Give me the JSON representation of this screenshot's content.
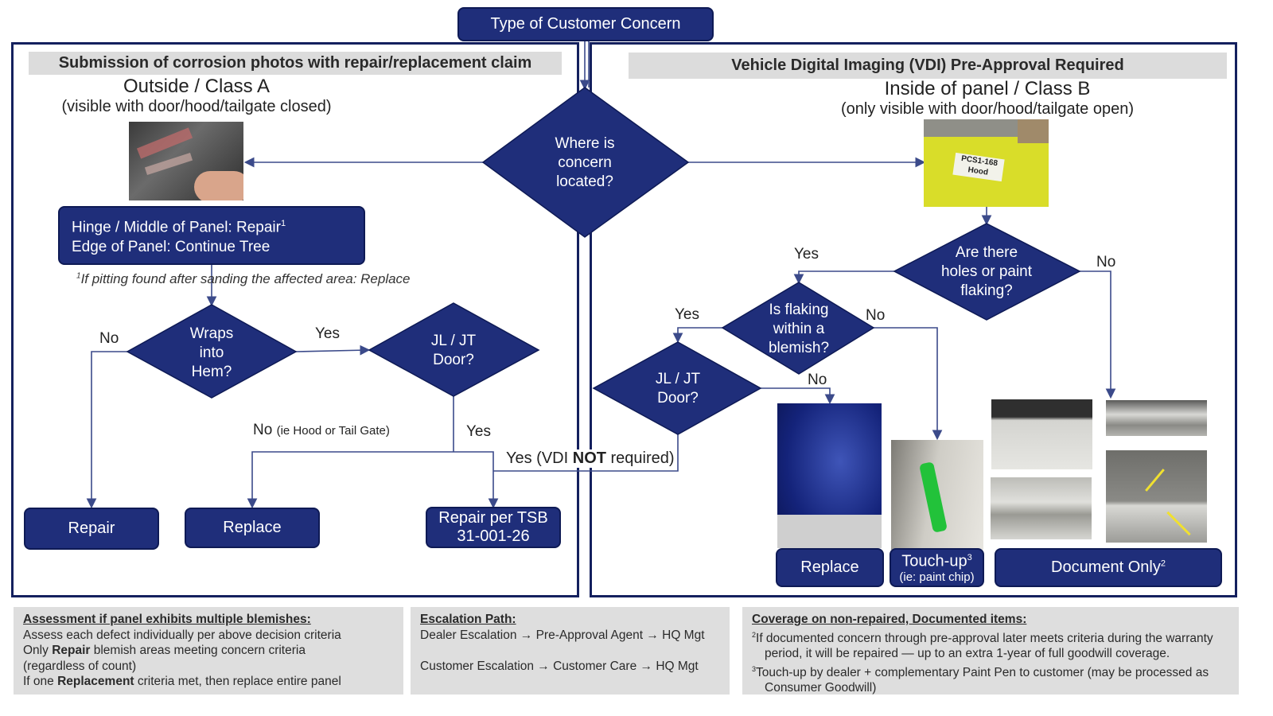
{
  "top": {
    "title": "Type of Customer Concern"
  },
  "left": {
    "header": "Submission of corrosion photos with repair/replacement claim",
    "class_title": "Outside / Class A",
    "class_sub": "(visible with door/hood/tailgate closed)",
    "info_line1": "Hinge / Middle of Panel: Repair",
    "info_line1_sup": "1",
    "info_line2": "Edge of Panel: Continue Tree",
    "footnote_sup": "1",
    "footnote": "If pitting found after sanding the affected area: Replace",
    "wraps_diamond": [
      "Wraps",
      "into",
      "Hem?"
    ],
    "jl_diamond": [
      "JL / JT",
      "Door?"
    ],
    "no_label": "No",
    "yes_label": "Yes",
    "no_hood_label": "No",
    "no_hood_small": "(ie Hood or Tail Gate)",
    "yes2_label": "Yes",
    "repair_btn": "Repair",
    "replace_btn": "Replace",
    "tsb_btn_line1": "Repair per TSB",
    "tsb_btn_line2": "31-001-26"
  },
  "center": {
    "diamond": [
      "Where is",
      "concern",
      "located?"
    ],
    "vdi_yes_pre": "Yes (VDI ",
    "vdi_not": "NOT",
    "vdi_post": " required)"
  },
  "right": {
    "header": "Vehicle Digital Imaging (VDI) Pre-Approval Required",
    "class_title": "Inside of panel / Class B",
    "class_sub": "(only visible with door/hood/tailgate open)",
    "sticker_text": "PCS1-168 Hood",
    "holes_diamond": [
      "Are there",
      "holes or paint",
      "flaking?"
    ],
    "flaking_diamond": [
      "Is flaking",
      "within a",
      "blemish?"
    ],
    "jl_diamond": [
      "JL / JT",
      "Door?"
    ],
    "yes_holes": "Yes",
    "no_holes": "No",
    "yes_flaking": "Yes",
    "no_flaking": "No",
    "no_jl": "No",
    "replace_btn": "Replace",
    "touchup_btn": "Touch-up",
    "touchup_sup": "3",
    "touchup_sub": "(ie: paint chip)",
    "document_btn": "Document Only",
    "document_sup": "2"
  },
  "footer": {
    "assessment": {
      "heading": "Assessment if panel exhibits multiple blemishes:",
      "line1": "Assess each defect individually per above decision criteria",
      "line2_pre": "Only ",
      "line2_bold": "Repair",
      "line2_post": " blemish areas meeting concern criteria",
      "line3": "(regardless of count)",
      "line4_pre": "If one ",
      "line4_bold": "Replacement",
      "line4_post": " criteria met, then replace entire panel"
    },
    "escalation": {
      "heading": "Escalation Path:",
      "line1": "Dealer Escalation → Pre-Approval Agent → HQ Mgt",
      "line2": "Customer Escalation → Customer Care → HQ Mgt"
    },
    "coverage": {
      "heading": "Coverage on non-repaired, Documented items:",
      "sup2": "2",
      "line1": "If documented concern through pre-approval later meets criteria during the warranty",
      "line1b": "period, it will be repaired — up to an extra 1-year of full goodwill coverage.",
      "sup3": "3",
      "line2": "Touch-up by dealer + complementary Paint Pen to customer (may be processed as",
      "line2b": "Consumer Goodwill)"
    }
  },
  "colors": {
    "navy": "#1f2e7a",
    "border": "#14205e",
    "gray": "#dcdcdc",
    "line": "#3b4a8a"
  }
}
